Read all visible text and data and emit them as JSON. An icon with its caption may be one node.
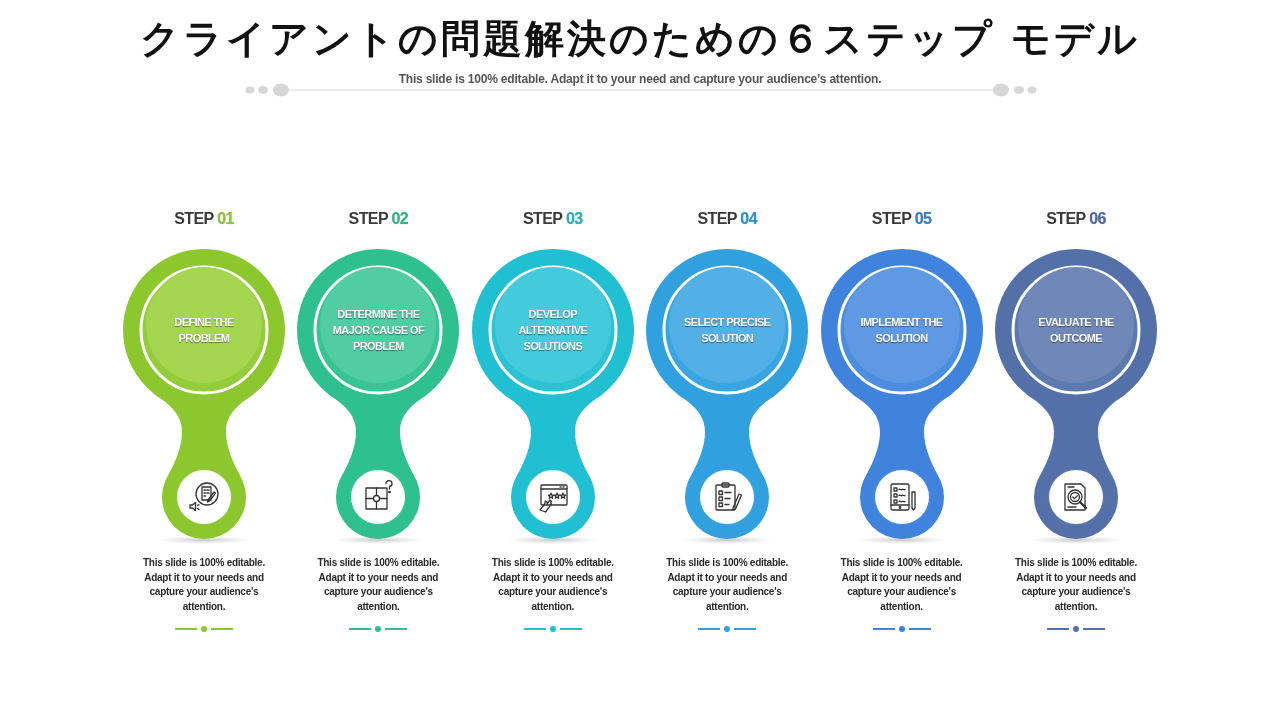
{
  "diagram": {
    "title": "クライアントの問題解決のための６ステップ モデル",
    "nodes": [
      {
        "text": [
          "STEP 01",
          "DEFINE THE PROBLEM"
        ],
        "beside": [
          "This slide is 100% editable. Adapt it to your needs and capture your audience's attention."
        ]
      },
      {
        "text": [
          "STEP 02",
          "DETERMINE THE MAJOR CAUSE OF PROBLEM"
        ],
        "beside": [
          "This slide is 100% editable. Adapt it to your needs and capture your audience's attention."
        ]
      },
      {
        "text": [
          "STEP 03",
          "DEVELOP ALTERNATIVE SOLUTIONS"
        ],
        "beside": [
          "This slide is 100% editable. Adapt it to your needs and capture your audience's attention."
        ]
      },
      {
        "text": [
          "STEP 04",
          "SELECT PRECISE SOLUTION"
        ],
        "beside": [
          "This slide is 100% editable. Adapt it to your needs and capture your audience's attention."
        ]
      },
      {
        "text": [
          "STEP 05",
          "IMPLEMENT THE SOLUTION"
        ],
        "beside": [
          "This slide is 100% editable. Adapt it to your needs and capture your audience's attention."
        ]
      },
      {
        "text": [
          "STEP 06",
          "EVALUATE THE OUTCOME"
        ],
        "beside": [
          "This slide is 100% editable. Adapt it to your needs and capture your audience's attention."
        ]
      }
    ],
    "labels": [
      "This slide is 100% editable. Adapt it to your need and capture your audience’s attention."
    ]
  }
}
